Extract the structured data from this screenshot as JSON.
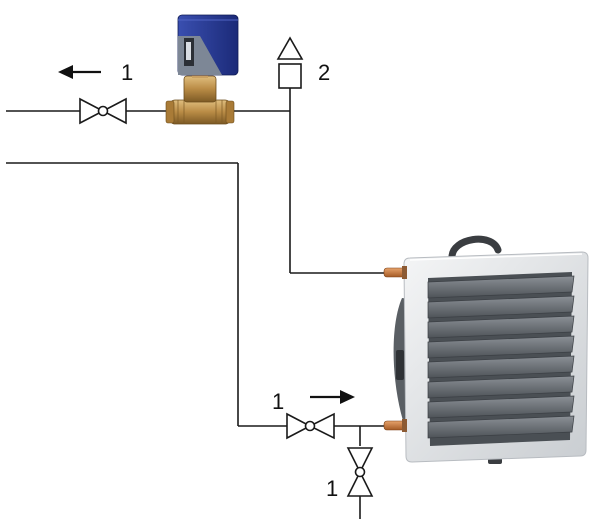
{
  "labels": {
    "valve_top": "1",
    "vent": "2",
    "valve_bottom": "1",
    "valve_drain": "1"
  },
  "colors": {
    "pipe": "#1a1a1a",
    "actuator": "#24358f",
    "actuator_side": "#7d8796",
    "brass": "#b98b45",
    "heater_frame": "#e6e8ea",
    "louver": "#6e7378",
    "fitting": "#c77a40"
  },
  "icons": {
    "flow_out": "arrow-left-icon",
    "flow_in": "arrow-right-icon",
    "vent": "air-vent-icon",
    "valve": "gate-valve-icon"
  }
}
